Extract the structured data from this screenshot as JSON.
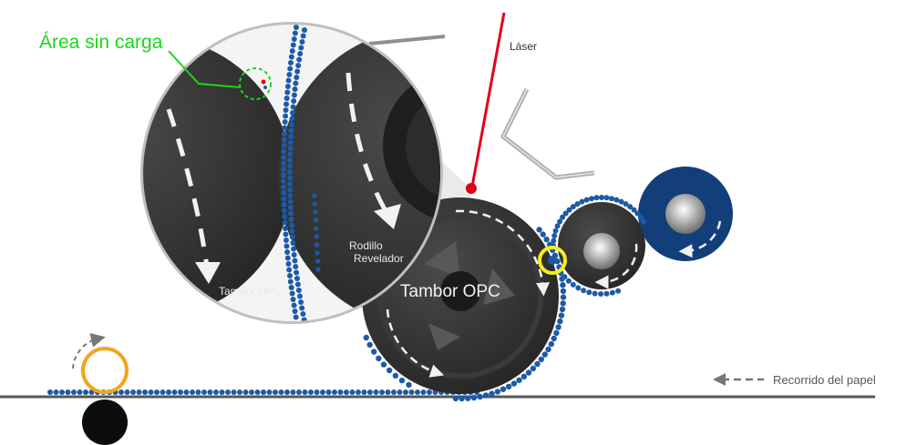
{
  "labels": {
    "no_charge_area": "Área sin carga",
    "laser": "Láser",
    "opc_drum_zoom": "Tambor OPC",
    "developer_roller": "Rodillo Revelador",
    "opc_drum_main": "Tambor OPC",
    "paper_path": "Recorrido del papel"
  },
  "colors": {
    "toner_blue": "#1d5aa6",
    "blue_roller": "#123f7a",
    "dark_drum": "#2e2e2e",
    "laser_red": "#e3001b",
    "highlight_green": "#1ad61a",
    "highlight_yellow": "#f4ef1a",
    "orange_roller": "#f2a51c",
    "paper_line": "#555555",
    "arrow_white": "#f2f2f2"
  }
}
